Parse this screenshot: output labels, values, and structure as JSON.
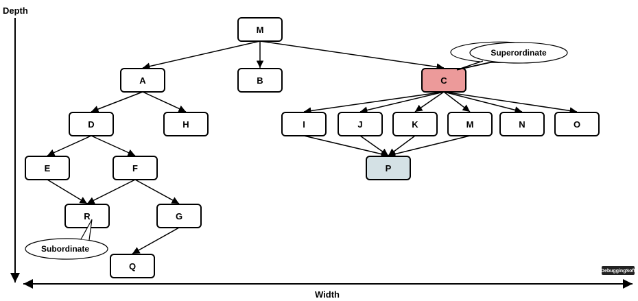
{
  "axes": {
    "vertical_label": "Depth",
    "horizontal_label": "Width"
  },
  "colors": {
    "default_fill": "#ffffff",
    "superordinate_fill": "#ec9a9a",
    "subordinate_fill": "#d4e1e5",
    "stroke": "#000000"
  },
  "nodes": [
    {
      "id": "M1",
      "label": "M"
    },
    {
      "id": "A",
      "label": "A"
    },
    {
      "id": "B",
      "label": "B"
    },
    {
      "id": "C",
      "label": "C",
      "role": "superordinate"
    },
    {
      "id": "D",
      "label": "D"
    },
    {
      "id": "H",
      "label": "H"
    },
    {
      "id": "E",
      "label": "E"
    },
    {
      "id": "F",
      "label": "F"
    },
    {
      "id": "R",
      "label": "R"
    },
    {
      "id": "G",
      "label": "G"
    },
    {
      "id": "Q",
      "label": "Q"
    },
    {
      "id": "I",
      "label": "I"
    },
    {
      "id": "J",
      "label": "J"
    },
    {
      "id": "K",
      "label": "K"
    },
    {
      "id": "M2",
      "label": "M"
    },
    {
      "id": "N",
      "label": "N"
    },
    {
      "id": "O",
      "label": "O"
    },
    {
      "id": "P",
      "label": "P",
      "role": "subordinate"
    }
  ],
  "edges": [
    [
      "M1",
      "A"
    ],
    [
      "M1",
      "B"
    ],
    [
      "M1",
      "C"
    ],
    [
      "A",
      "D"
    ],
    [
      "A",
      "H"
    ],
    [
      "D",
      "E"
    ],
    [
      "D",
      "F"
    ],
    [
      "E",
      "R"
    ],
    [
      "F",
      "R"
    ],
    [
      "F",
      "G"
    ],
    [
      "G",
      "Q"
    ],
    [
      "C",
      "I"
    ],
    [
      "C",
      "J"
    ],
    [
      "C",
      "K"
    ],
    [
      "C",
      "M2"
    ],
    [
      "C",
      "N"
    ],
    [
      "C",
      "O"
    ],
    [
      "I",
      "P"
    ],
    [
      "J",
      "P"
    ],
    [
      "K",
      "P"
    ],
    [
      "M2",
      "P"
    ]
  ],
  "callouts": [
    {
      "id": "superordinate",
      "text": "Superordinate",
      "target": "C"
    },
    {
      "id": "subordinate",
      "text": "Subordinate",
      "target": "R"
    }
  ],
  "logo": {
    "text": "DebuggingSoft"
  }
}
